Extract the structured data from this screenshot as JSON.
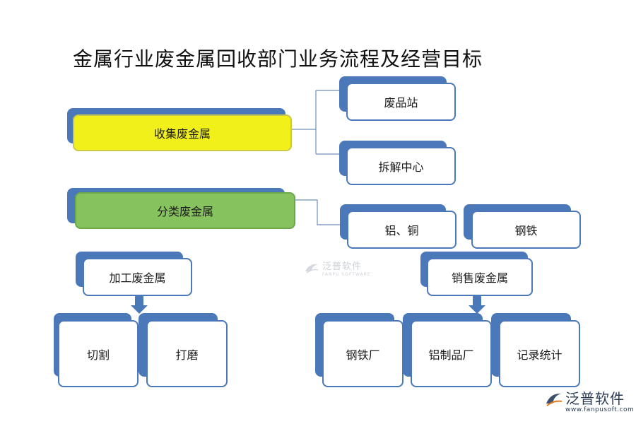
{
  "title": "金属行业废金属回收部门业务流程及经营目标",
  "nodes": {
    "collect": "收集废金属",
    "scrap_station": "废品站",
    "dismantle_center": "拆解中心",
    "sort": "分类废金属",
    "aluminum_copper": "铝、铜",
    "steel_iron": "钢铁",
    "process": "加工废金属",
    "cut": "切割",
    "polish": "打磨",
    "sell": "销售废金属",
    "steel_plant": "钢铁厂",
    "aluminum_plant": "铝制品厂",
    "records": "记录统计"
  },
  "watermark": {
    "text": "泛普软件",
    "sub": "FANPU SOFTWARE"
  },
  "brand": {
    "name": "泛普软件",
    "url": "www.fanpusoft.com"
  },
  "colors": {
    "accent": "#4a78b8",
    "highlight_yellow": "#f2f01a",
    "highlight_green": "#86c25e"
  }
}
